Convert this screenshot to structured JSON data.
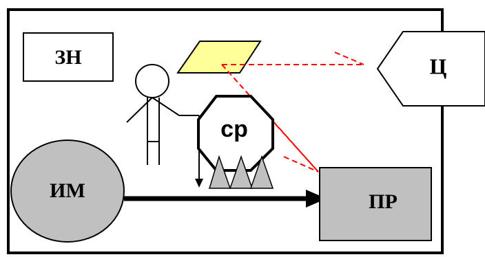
{
  "labels": {
    "zn": "ЗН",
    "ts": "Ц",
    "sr": "ср",
    "im": "ИМ",
    "pr": "ПР"
  },
  "colors": {
    "stroke": "#000000",
    "yellow_fill": "#ffff99",
    "gray_fill": "#c0c0c0",
    "dashed_red": "#ff0000",
    "background": "#ffffff"
  }
}
